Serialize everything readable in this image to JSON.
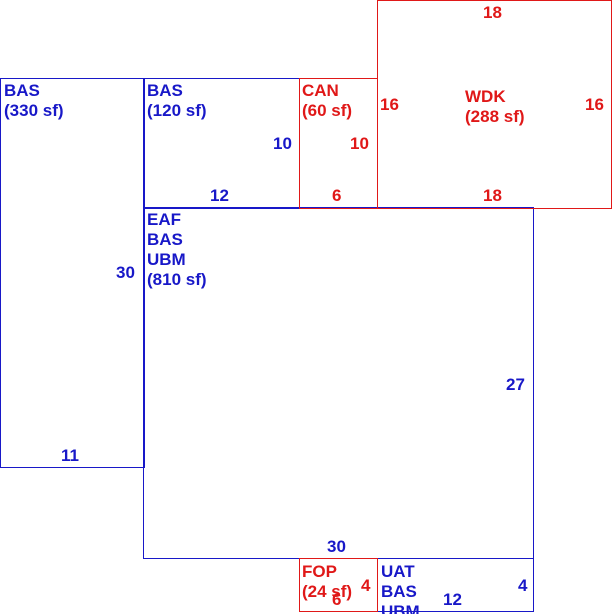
{
  "colors": {
    "main_area": "#1818c8",
    "outbuilding": "#e01818",
    "background": "#ffffff"
  },
  "areas": {
    "bas_left": {
      "code": "BAS",
      "area": "(330 sf)",
      "dim_side": "30",
      "dim_bottom": "11"
    },
    "bas_top": {
      "code": "BAS",
      "area": "(120 sf)",
      "dim_side": "10",
      "dim_bottom": "12"
    },
    "can": {
      "code": "CAN",
      "area": "(60 sf)",
      "dim_side": "10",
      "dim_bottom": "6"
    },
    "wdk": {
      "code": "WDK",
      "area": "(288 sf)",
      "dim_top": "18",
      "dim_left": "16",
      "dim_right": "16",
      "dim_bottom": "18"
    },
    "main": {
      "codes": [
        "EAF",
        "BAS",
        "UBM"
      ],
      "area": "(810 sf)",
      "dim_side": "27",
      "dim_bottom": "30"
    },
    "fop": {
      "code": "FOP",
      "area": "(24 sf)",
      "dim_side": "4",
      "dim_bottom": "6"
    },
    "uat": {
      "codes": [
        "UAT",
        "BAS",
        "UBM"
      ],
      "dim_side": "4",
      "dim_bottom": "12"
    }
  }
}
